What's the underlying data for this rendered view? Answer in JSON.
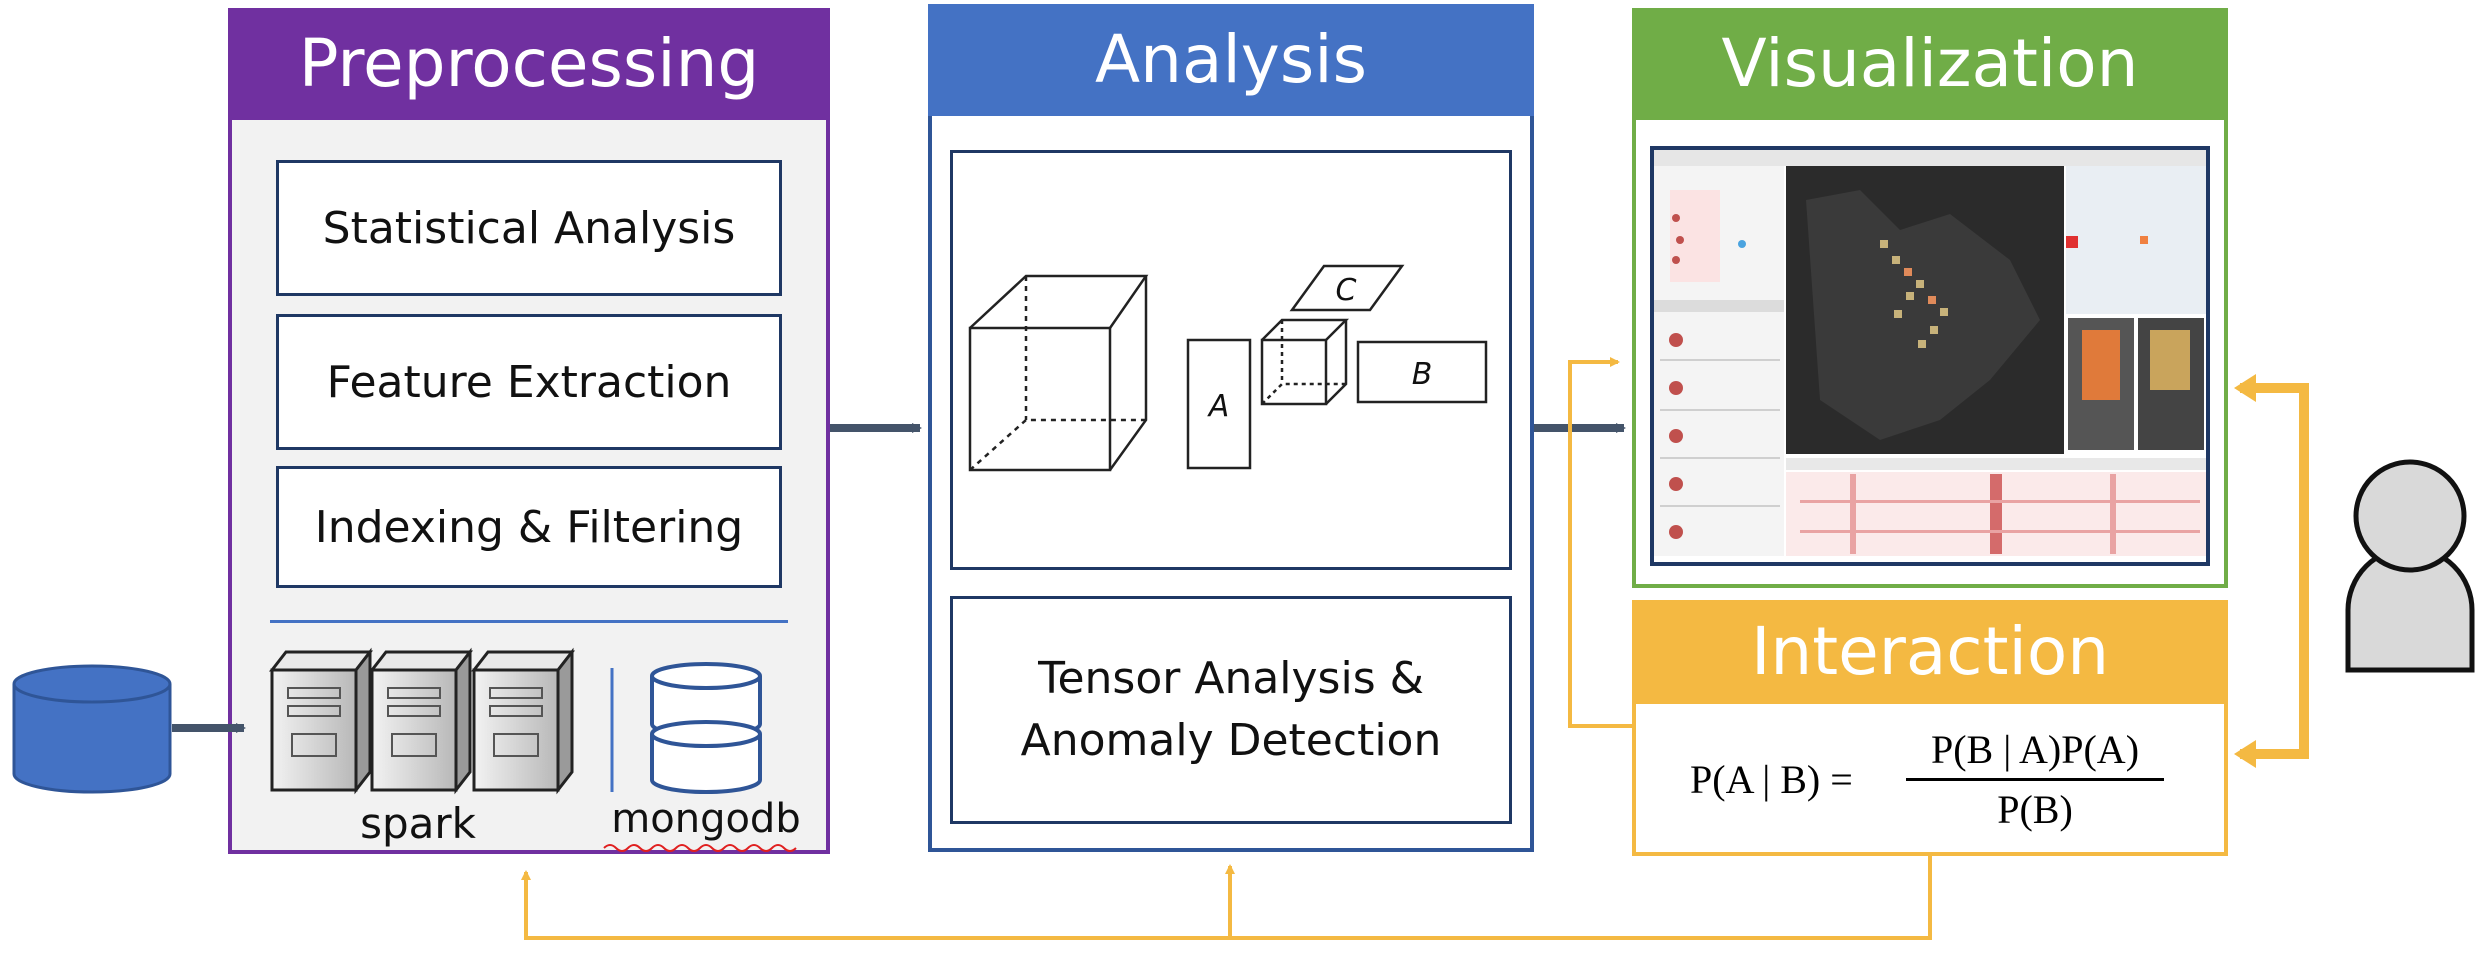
{
  "preprocessing": {
    "title": "Preprocessing",
    "steps": [
      "Statistical Analysis",
      "Feature Extraction",
      "Indexing & Filtering"
    ],
    "spark_label": "spark",
    "mongodb_label": "mongodb"
  },
  "analysis": {
    "title": "Analysis",
    "tensor_labels": [
      "A",
      "B",
      "C"
    ],
    "tensor_text_line1": "Tensor Analysis &",
    "tensor_text_line2": "Anomaly Detection"
  },
  "visualization": {
    "title": "Visualization"
  },
  "interaction": {
    "title": "Interaction",
    "formula_lhs": "P(A | B) = ",
    "formula_num": "P(B | A)P(A)",
    "formula_den": "P(B)"
  },
  "colors": {
    "preprocessing": "#7030a0",
    "analysis": "#4472c4",
    "visualization": "#70ad47",
    "interaction": "#f4b942",
    "border_dark": "#1f3864",
    "database": "#4472c4",
    "user": "#d9d9d9"
  },
  "icons": [
    "database-icon",
    "server-icon",
    "mongodb-icon",
    "cube-icon",
    "map-screenshot-icon",
    "user-icon"
  ]
}
